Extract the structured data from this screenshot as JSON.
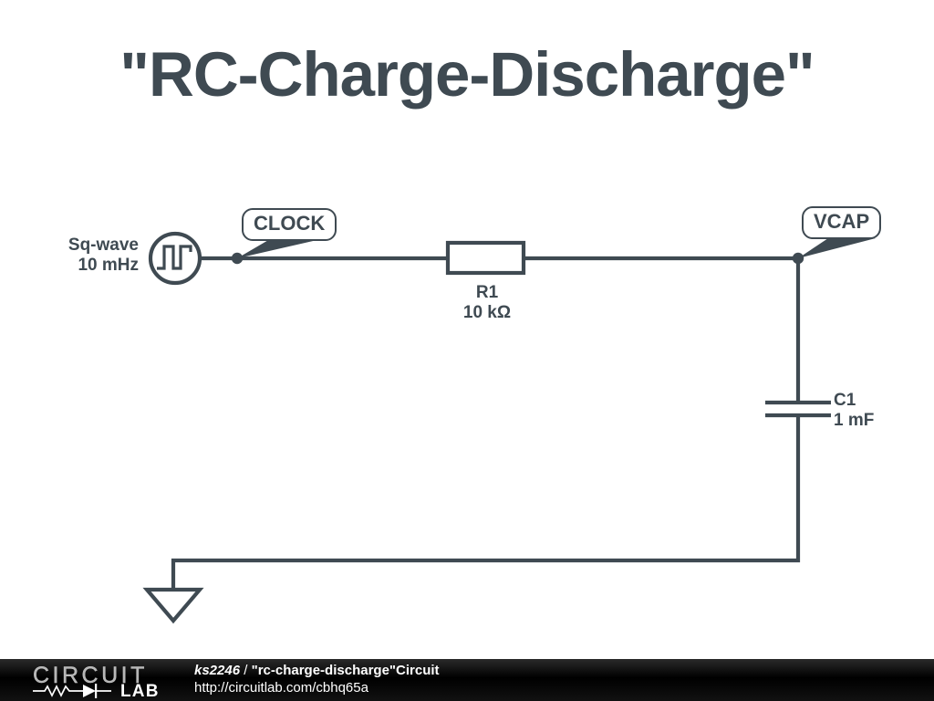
{
  "title": "\"RC-Charge-Discharge\"",
  "colors": {
    "stroke": "#3f4a52",
    "background": "#ffffff",
    "footer_background": "#000000",
    "footer_text": "#ffffff",
    "logo_word": "#bfbfbf"
  },
  "schematic": {
    "source": {
      "type_label": "Sq-wave",
      "value_label": "10 mHz",
      "symbol": "square-wave-source"
    },
    "resistor": {
      "name": "R1",
      "value": "10 kΩ",
      "symbol": "resistor-box"
    },
    "capacitor": {
      "name": "C1",
      "value": "1 mF",
      "symbol": "capacitor-plates"
    },
    "ground": {
      "symbol": "ground-triangle"
    },
    "nodes": [
      {
        "label": "CLOCK"
      },
      {
        "label": "VCAP"
      }
    ]
  },
  "footer": {
    "logo_word": "CIRCUIT",
    "logo_lab": "LAB",
    "user": "ks2246",
    "separator": " / ",
    "circuit_name": "\"rc-charge-discharge\"Circuit",
    "url": "http://circuitlab.com/cbhq65a"
  }
}
